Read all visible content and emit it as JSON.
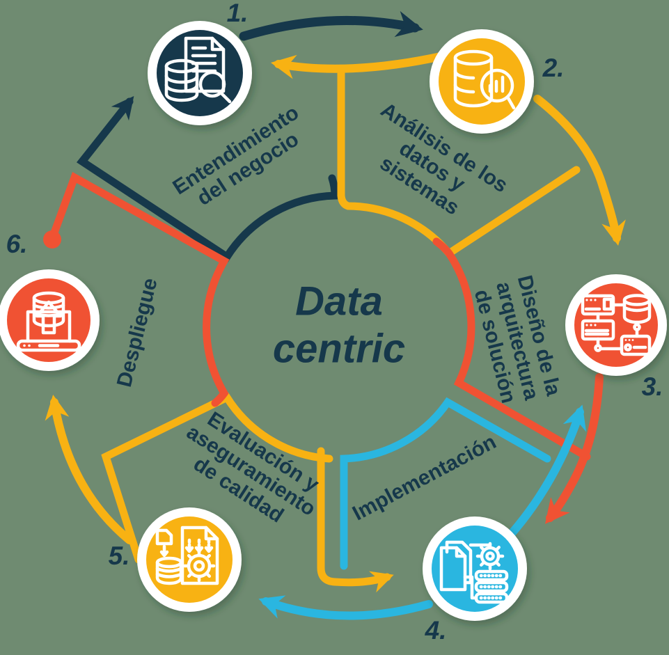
{
  "colors": {
    "navy": "#16384b",
    "yellow": "#f8b213",
    "red": "#f05233",
    "cyan": "#2ab6e0",
    "bg": "#6f8b71",
    "white": "#ffffff"
  },
  "center": {
    "title_lines": [
      "Data",
      "centric"
    ]
  },
  "steps": [
    {
      "number": "1.",
      "label_lines": [
        "Entendimiento",
        "del negocio"
      ],
      "color": "#16384b",
      "icon": "document-database-magnifier-icon"
    },
    {
      "number": "2.",
      "label_lines": [
        "Análisis de los",
        "datos y",
        "sistemas"
      ],
      "color": "#f8b213",
      "icon": "database-magnifier-chart-icon"
    },
    {
      "number": "3.",
      "label_lines": [
        "Diseño de la",
        "arquitectura",
        "de solución"
      ],
      "color": "#f05233",
      "icon": "server-network-icon"
    },
    {
      "number": "4.",
      "label_lines": [
        "Implementación"
      ],
      "color": "#2ab6e0",
      "icon": "documents-gear-servers-icon"
    },
    {
      "number": "5.",
      "label_lines": [
        "Evaluación y",
        "aseguramiento",
        "de calidad"
      ],
      "color": "#f8b213",
      "icon": "document-gear-database-icon"
    },
    {
      "number": "6.",
      "label_lines": [
        "Despliegue"
      ],
      "color": "#f05233",
      "icon": "laptop-database-upload-icon"
    }
  ]
}
